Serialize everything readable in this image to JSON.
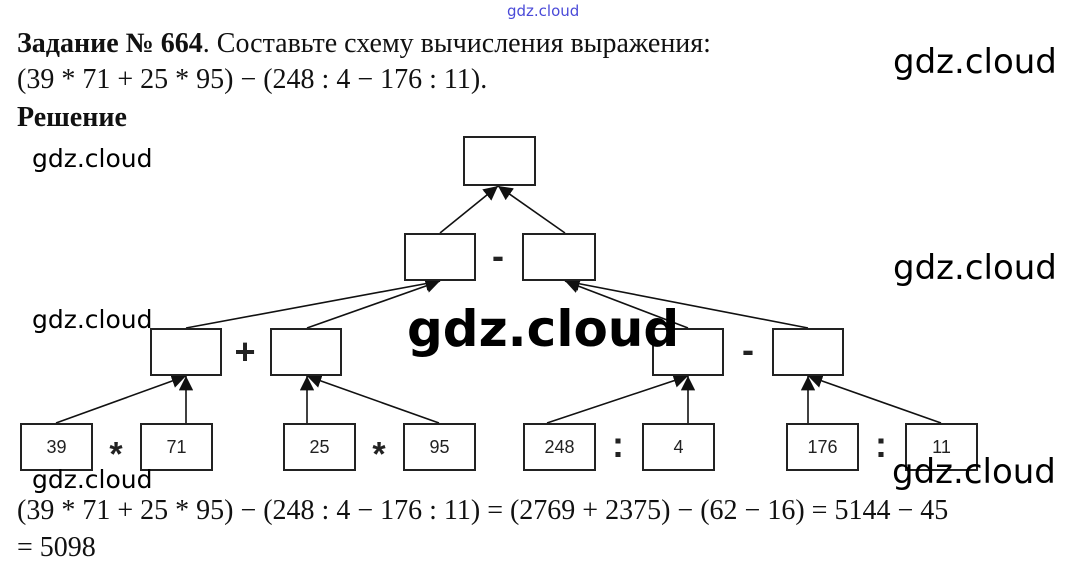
{
  "watermark_small": "gdz.cloud",
  "watermarks": [
    "gdz.cloud",
    "gdz.cloud",
    "gdz.cloud",
    "gdz.cloud",
    "gdz.cloud",
    "gdz.cloud"
  ],
  "task": {
    "label": "Задание № 664",
    "text": ". Составьте схему вычисления выражения:",
    "expression": "(39 * 71 + 25 * 95) − (248 : 4 − 176 : 11).",
    "solution_heading": "Решение"
  },
  "diagram": {
    "leaves": [
      "39",
      "71",
      "25",
      "95",
      "248",
      "4",
      "176",
      "11"
    ],
    "operators": {
      "top": "-",
      "left": "+",
      "right": "-",
      "mul1": "*",
      "mul2": "*",
      "div1": ":",
      "div2": ":"
    }
  },
  "answer": {
    "line1": "(39 * 71 + 25 * 95) − (248 : 4 − 176 : 11) = (2769 + 2375) − (62 − 16) = 5144 − 45",
    "line2": "= 5098"
  }
}
